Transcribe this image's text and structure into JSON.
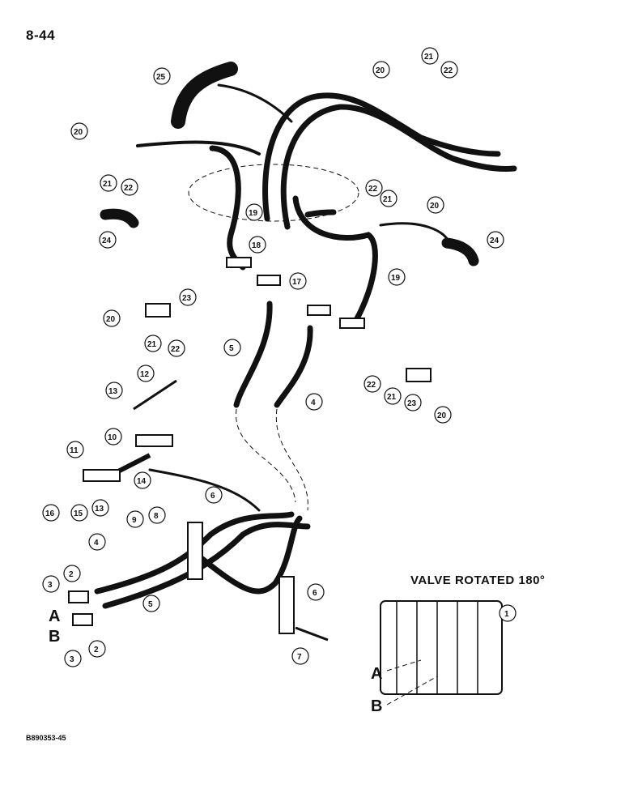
{
  "page_number": "8-44",
  "view_title": "VALVE ROTATED 180°",
  "document_code": "B890353-45",
  "port_labels": {
    "a": "A",
    "b": "B"
  },
  "callouts": [
    "25",
    "20",
    "21",
    "22",
    "20",
    "21",
    "22",
    "24",
    "19",
    "18",
    "17",
    "19",
    "24",
    "20",
    "23",
    "21",
    "22",
    "22",
    "21",
    "22",
    "20",
    "21",
    "23",
    "20",
    "5",
    "4",
    "12",
    "13",
    "10",
    "11",
    "14",
    "16",
    "15",
    "13",
    "6",
    "9",
    "8",
    "4",
    "3",
    "2",
    "5",
    "6",
    "3",
    "2",
    "7",
    "1"
  ]
}
